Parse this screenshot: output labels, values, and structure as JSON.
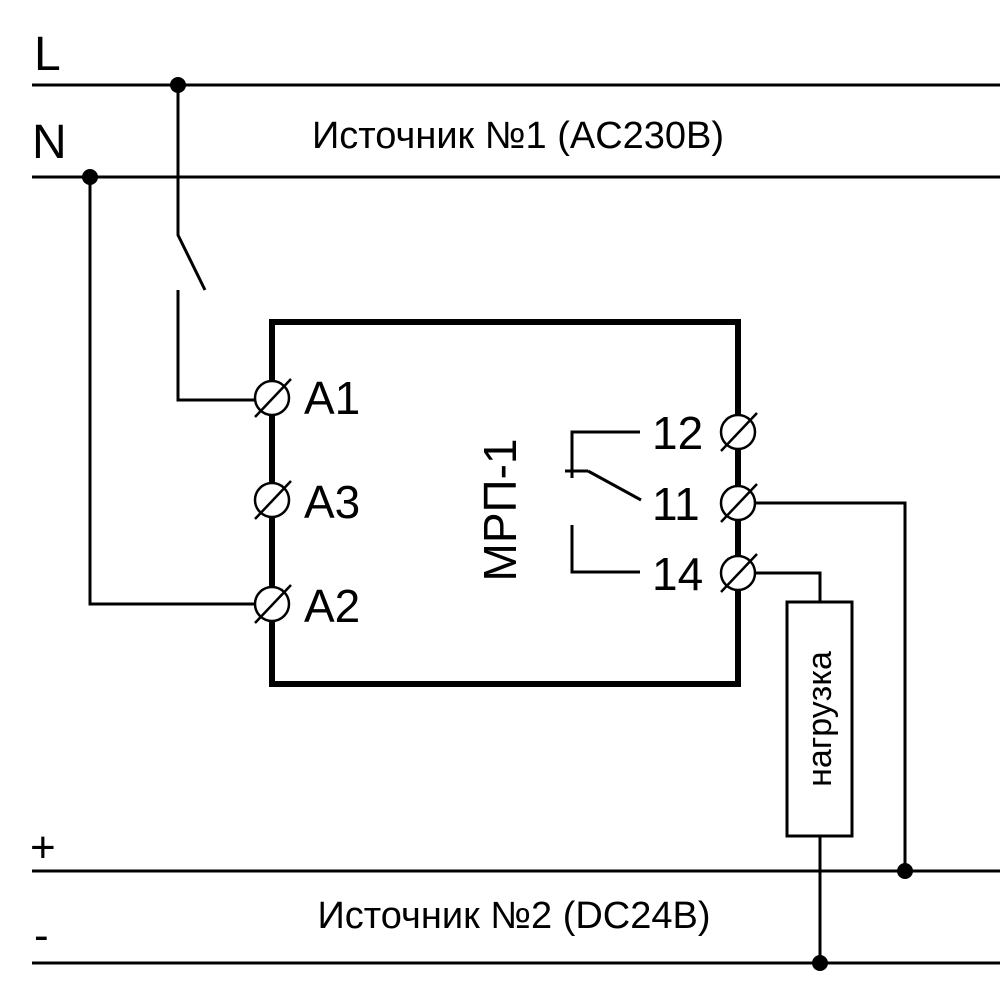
{
  "rails": {
    "l": "L",
    "n": "N",
    "plus": "+",
    "minus": "-"
  },
  "source1": "Источник №1 (AC230В)",
  "source2": "Источник №2 (DC24В)",
  "device": "МРП-1",
  "terminals": {
    "a1": "A1",
    "a3": "A3",
    "a2": "A2",
    "t12": "12",
    "t11": "11",
    "t14": "14"
  },
  "load": "нагрузка",
  "colors": {
    "line": "#000000",
    "background": "#ffffff"
  }
}
